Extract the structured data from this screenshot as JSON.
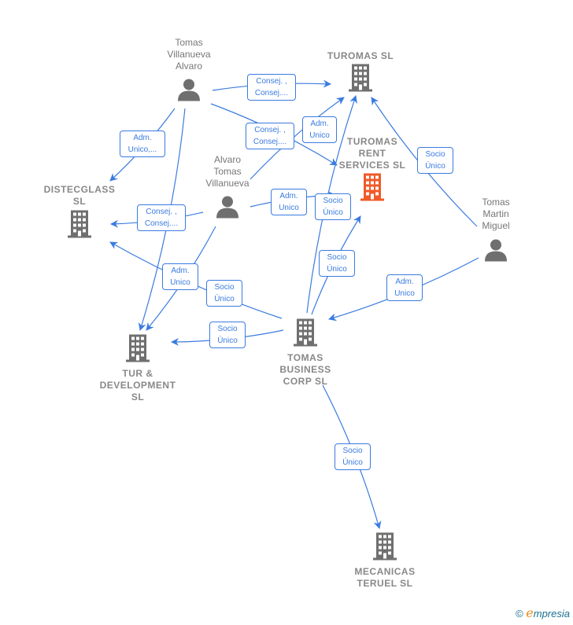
{
  "colors": {
    "edge": "#3a7be0",
    "node": "#6f6f6f",
    "highlight": "#f05a28"
  },
  "nodes": [
    {
      "id": "tva",
      "type": "person",
      "label_lines": [
        "Tomas",
        "Villanueva",
        "Alvaro"
      ]
    },
    {
      "id": "turomas",
      "type": "company",
      "label_lines": [
        "TUROMAS SL"
      ]
    },
    {
      "id": "rent",
      "type": "company",
      "highlight": true,
      "label_lines": [
        "TUROMAS",
        "RENT",
        "SERVICES  SL"
      ]
    },
    {
      "id": "distec",
      "type": "company",
      "label_lines": [
        "DISTECGLASS",
        "SL"
      ]
    },
    {
      "id": "atv",
      "type": "person",
      "label_lines": [
        "Alvaro",
        "Tomas",
        "Villanueva"
      ]
    },
    {
      "id": "tmm",
      "type": "person",
      "label_lines": [
        "Tomas",
        "Martin",
        "Miguel"
      ]
    },
    {
      "id": "turdev",
      "type": "company",
      "label_lines": [
        "TUR &",
        "DEVELOPMENT",
        "SL"
      ]
    },
    {
      "id": "tbc",
      "type": "company",
      "label_lines": [
        "TOMAS",
        "BUSINESS",
        "CORP  SL"
      ]
    },
    {
      "id": "meca",
      "type": "company",
      "label_lines": [
        "MECANICAS",
        "TERUEL  SL"
      ]
    }
  ],
  "edges": [
    {
      "from": "tva",
      "to": "turomas",
      "label": "Consej. ,\nConsej...."
    },
    {
      "from": "atv",
      "to": "turomas",
      "label": "Adm.\nUnico"
    },
    {
      "from": "tva",
      "to": "rent",
      "label": "Consej. ,\nConsej...."
    },
    {
      "from": "tva",
      "to": "distec",
      "label": "Adm.\nUnico,..."
    },
    {
      "from": "tva",
      "to": "turdev",
      "label": ""
    },
    {
      "from": "atv",
      "to": "rent",
      "label": "Adm.\nUnico"
    },
    {
      "from": "tbc",
      "to": "distec",
      "label": "Socio\nÚnico"
    },
    {
      "from": "atv",
      "to": "distec",
      "label": "Consej. ,\nConsej...."
    },
    {
      "from": "atv",
      "to": "turdev",
      "label": "Adm.\nUnico"
    },
    {
      "from": "tbc",
      "to": "turomas",
      "label": "Socio\nÚnico"
    },
    {
      "from": "tbc",
      "to": "rent",
      "label": "Socio\nÚnico"
    },
    {
      "from": "tbc",
      "to": "turdev",
      "label": "Socio\nÚnico"
    },
    {
      "from": "tbc",
      "to": "meca",
      "label": "Socio\nÚnico"
    },
    {
      "from": "tmm",
      "to": "turomas",
      "label": "Socio\nÚnico"
    },
    {
      "from": "tmm",
      "to": "tbc",
      "label": "Adm.\nUnico"
    }
  ],
  "brand": {
    "copyright": "©",
    "name_initial": "e",
    "name_rest": "mpresia"
  }
}
